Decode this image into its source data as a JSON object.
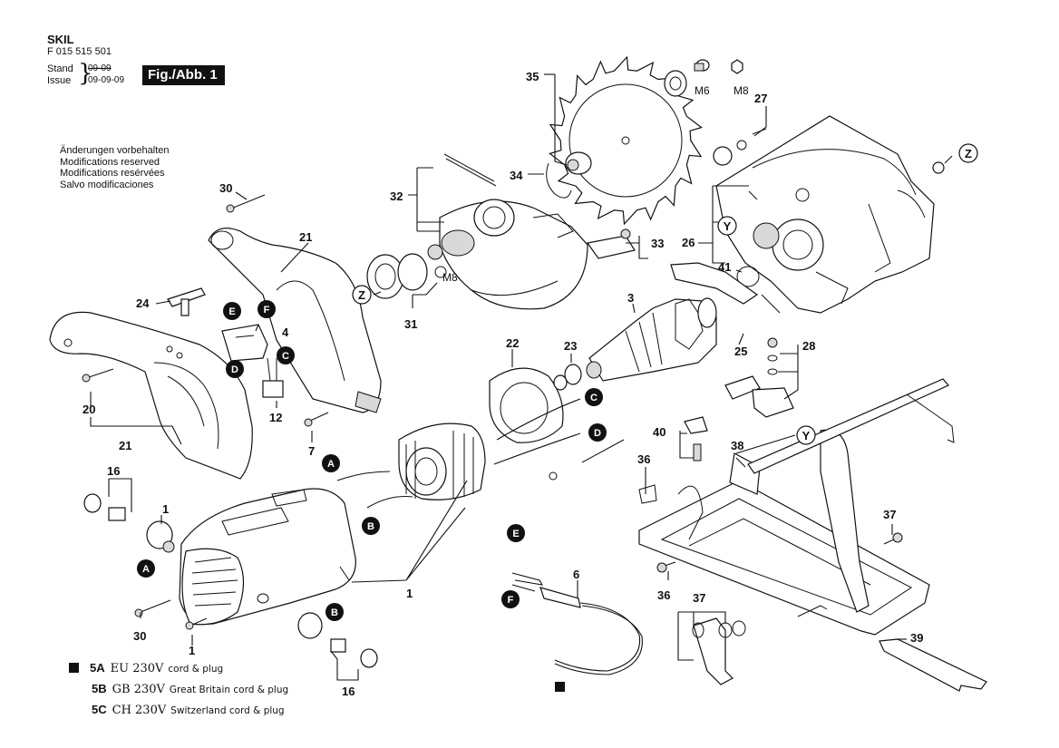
{
  "header": {
    "brand": "SKIL",
    "part_number": "F 015 515 501",
    "stand_label": "Stand",
    "issue_label": "Issue",
    "stand_date": "09-09",
    "issue_date": "09-09-09",
    "figure_label": "Fig./Abb. 1"
  },
  "notes": [
    "Änderungen vorbehalten",
    "Modifications reserved",
    "Modifications resérvées",
    "Salvo modificaciones"
  ],
  "legend": [
    {
      "marker": "square",
      "code": "5A",
      "voltage": "EU 230V",
      "description": "cord & plug"
    },
    {
      "marker": "",
      "code": "5B",
      "voltage": "GB 230V",
      "description": "Great Britain cord & plug"
    },
    {
      "marker": "",
      "code": "5C",
      "voltage": "CH 230V",
      "description": "Switzerland cord & plug"
    }
  ],
  "diagram": {
    "part_numbers": [
      "1",
      "1",
      "1",
      "3",
      "4",
      "6",
      "7",
      "12",
      "16",
      "16",
      "20",
      "21",
      "21",
      "22",
      "23",
      "24",
      "25",
      "26",
      "27",
      "28",
      "30",
      "30",
      "31",
      "32",
      "33",
      "34",
      "35",
      "36",
      "36",
      "37",
      "37",
      "38",
      "39",
      "40",
      "41"
    ],
    "fastener_labels": [
      "M6",
      "M8",
      "M8"
    ],
    "connection_labels": [
      "A",
      "A",
      "B",
      "B",
      "C",
      "C",
      "D",
      "D",
      "E",
      "E",
      "F",
      "F",
      "Y",
      "Y",
      "Z",
      "Z"
    ]
  }
}
